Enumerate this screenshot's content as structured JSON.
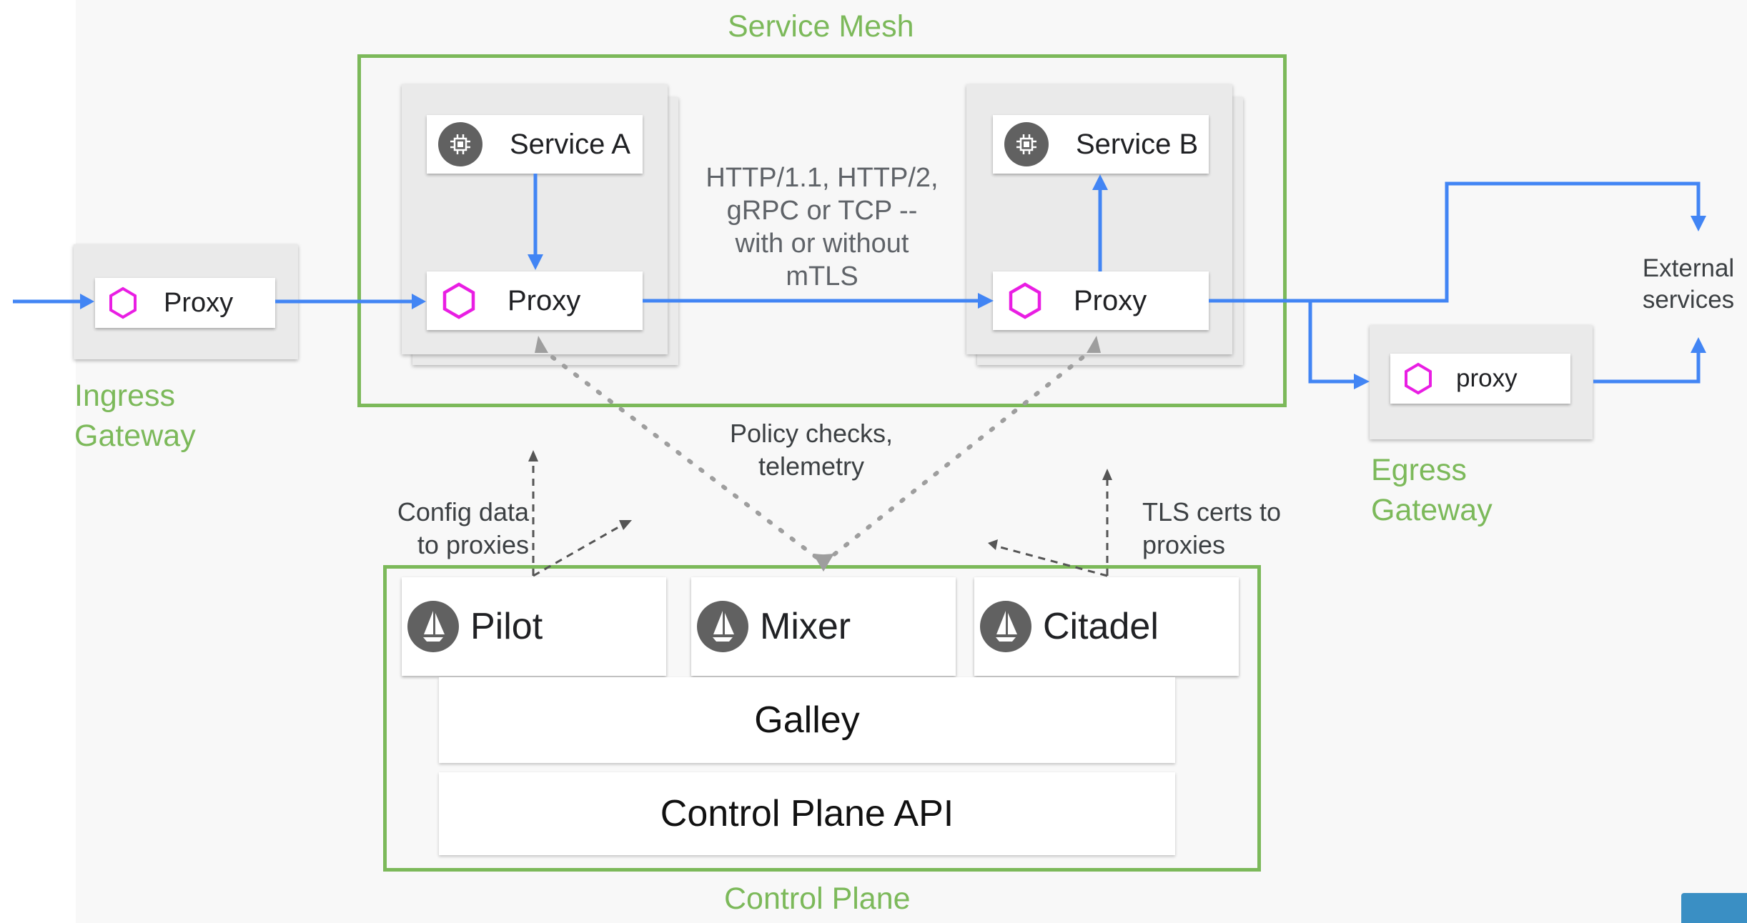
{
  "zones": {
    "service_mesh": "Service Mesh",
    "control_plane": "Control Plane",
    "ingress_gateway": "Ingress\nGateway",
    "egress_gateway": "Egress\nGateway"
  },
  "ingress": {
    "proxy_label": "Proxy"
  },
  "service_a": {
    "service_label": "Service A",
    "proxy_label": "Proxy"
  },
  "service_b": {
    "service_label": "Service B",
    "proxy_label": "Proxy"
  },
  "egress": {
    "proxy_label": "proxy"
  },
  "external": {
    "label": "External\nservices"
  },
  "annotations": {
    "protocols": "HTTP/1.1, HTTP/2,\ngRPC or TCP --\nwith or without\nmTLS",
    "policy": "Policy checks,\ntelemetry",
    "config": "Config data\nto proxies",
    "tls": "TLS certs to\nproxies"
  },
  "control_plane": {
    "pilot": "Pilot",
    "mixer": "Mixer",
    "citadel": "Citadel",
    "galley": "Galley",
    "api": "Control Plane API"
  },
  "icons": {
    "service": "chip-icon",
    "proxy": "hexagon-icon",
    "control": "sailboat-icon"
  },
  "colors": {
    "accent_green": "#7cb95a",
    "flow_blue": "#4285f4",
    "proxy_magenta": "#e91ee3",
    "icon_gray": "#616161"
  }
}
